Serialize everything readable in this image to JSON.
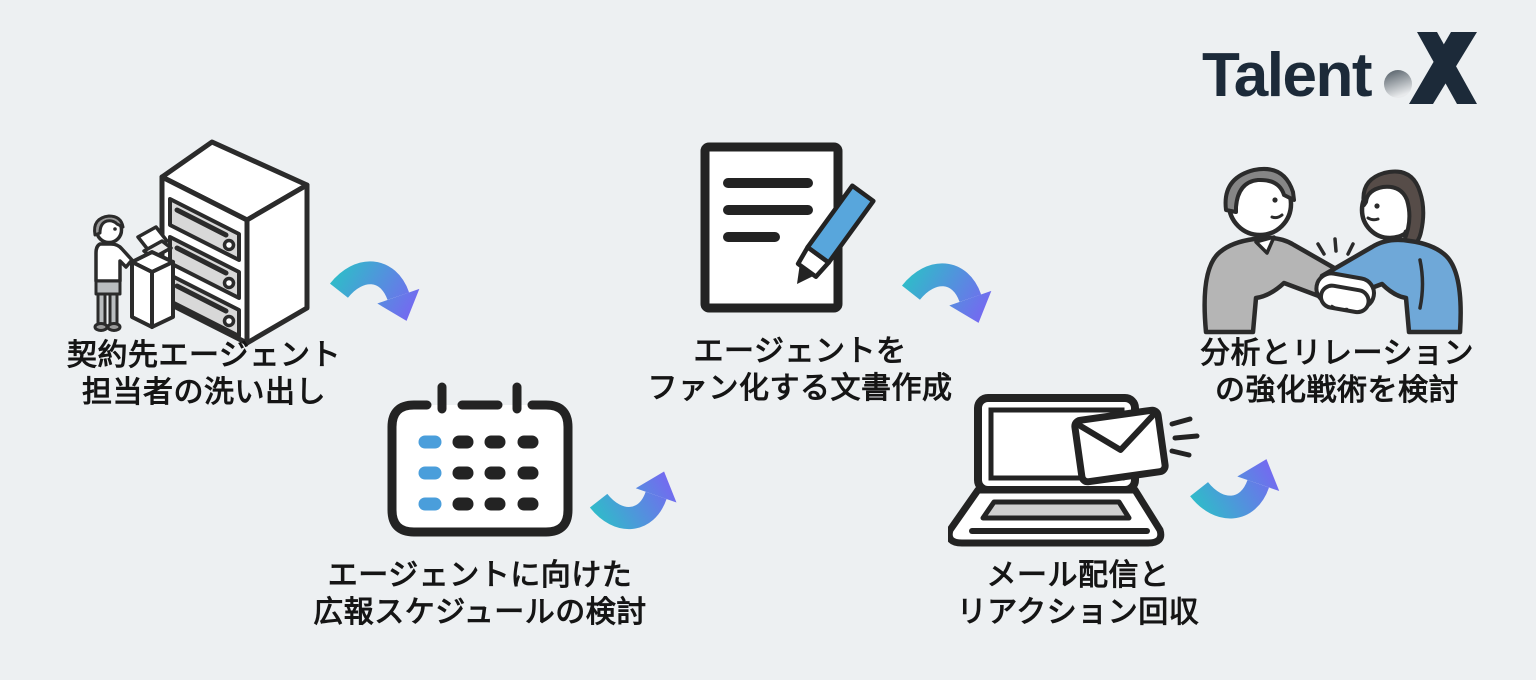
{
  "background_color": "#edf0f2",
  "logo": {
    "brand": "Talent",
    "mark": "X",
    "brand_color": "#1c2a39",
    "dot_gradient": [
      "#4e5962",
      "#e8eaec"
    ]
  },
  "palette": {
    "outline": "#2b2b2b",
    "icon_outline": "#232323",
    "text": "#151515",
    "accent_blue": "#4a9edb",
    "pen_blue": "#58a6dc",
    "shirt_blue": "#6fa8d8",
    "sweater_gray": "#b5b5b5",
    "panel_gray": "#d8d8d8",
    "arrow_gradient_start": "#2fbcc9",
    "arrow_gradient_end": "#7766f2"
  },
  "steps": [
    {
      "icon": "server-person-icon",
      "lines": [
        "契約先エージェント",
        "担当者の洗い出し"
      ]
    },
    {
      "icon": "calendar-icon",
      "lines": [
        "エージェントに向けた",
        "広報スケジュールの検討"
      ]
    },
    {
      "icon": "document-pen-icon",
      "lines": [
        "エージェントを",
        "ファン化する文書作成"
      ]
    },
    {
      "icon": "laptop-mail-icon",
      "lines": [
        "メール配信と",
        "リアクション回収"
      ]
    },
    {
      "icon": "handshake-icon",
      "lines": [
        "分析とリレーション",
        "の強化戦術を検討"
      ]
    }
  ],
  "arrows": [
    {
      "direction": "down-right"
    },
    {
      "direction": "up-right"
    },
    {
      "direction": "down-right"
    },
    {
      "direction": "up-right"
    }
  ]
}
